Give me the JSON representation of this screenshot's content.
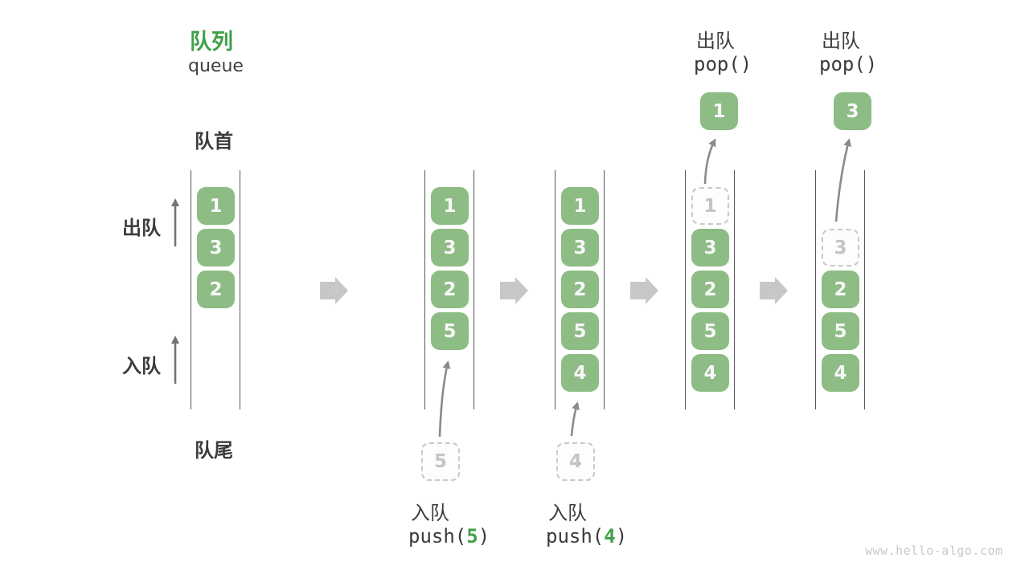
{
  "title": {
    "zh": "队列",
    "en": "queue"
  },
  "side_labels": {
    "front": "队首",
    "rear": "队尾",
    "dequeue": "出队",
    "enqueue": "入队"
  },
  "columns": [
    {
      "cells": [
        {
          "v": "1"
        },
        {
          "v": "3"
        },
        {
          "v": "2"
        }
      ]
    },
    {
      "cells": [
        {
          "v": "1"
        },
        {
          "v": "3"
        },
        {
          "v": "2"
        },
        {
          "v": "5"
        }
      ],
      "staged_value": "5"
    },
    {
      "cells": [
        {
          "v": "1"
        },
        {
          "v": "3"
        },
        {
          "v": "2"
        },
        {
          "v": "5"
        },
        {
          "v": "4"
        }
      ],
      "staged_value": "4"
    },
    {
      "cells": [
        {
          "v": "1"
        },
        {
          "v": "3"
        },
        {
          "v": "2"
        },
        {
          "v": "5"
        },
        {
          "v": "4"
        }
      ],
      "popped_value": "1"
    },
    {
      "cells": [
        {
          "v": "3"
        },
        {
          "v": "2"
        },
        {
          "v": "5"
        },
        {
          "v": "4"
        }
      ],
      "popped_value": "3"
    }
  ],
  "operations": {
    "push_5": {
      "label_zh": "入队",
      "code_prefix": "push(",
      "code_arg": "5",
      "code_suffix": ")"
    },
    "push_4": {
      "label_zh": "入队",
      "code_prefix": "push(",
      "code_arg": "4",
      "code_suffix": ")"
    },
    "pop_first": {
      "label_zh": "出队",
      "code": "pop()"
    },
    "pop_second": {
      "label_zh": "出队",
      "code": "pop()"
    }
  },
  "watermark": "www.hello-algo.com",
  "colors": {
    "accent_green": "#3fa048",
    "box_green": "#8dbc84",
    "dashed_gray": "#c9c9c9",
    "line_gray": "#575757",
    "arrow_gray": "#8b8b8b",
    "block_arrow_gray": "#c7c7c7"
  }
}
